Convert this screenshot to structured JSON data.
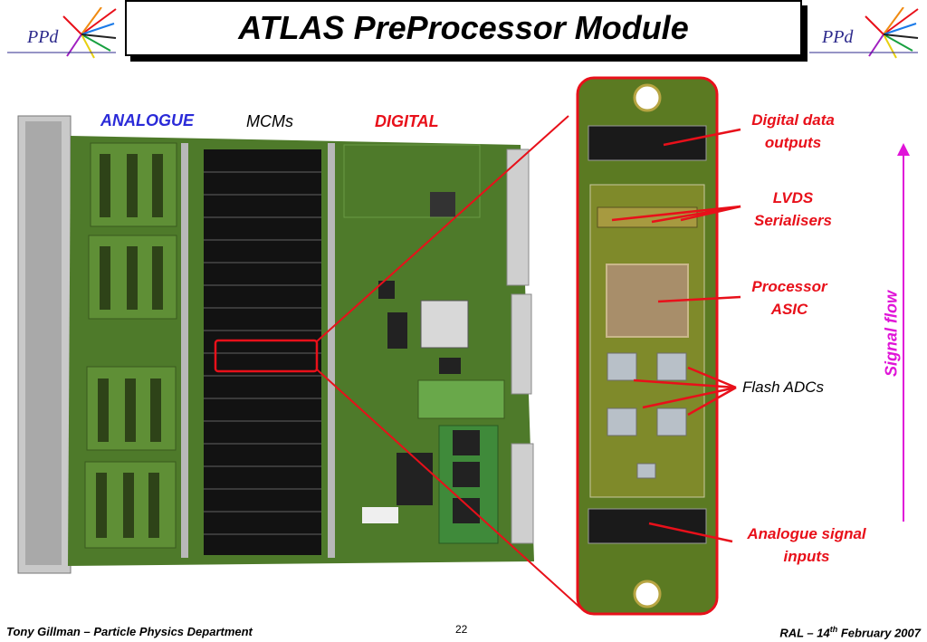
{
  "title": "ATLAS PreProcessor Module",
  "logo_text": "PPd",
  "board_labels": {
    "analogue": "ANALOGUE",
    "mcms": "MCMs",
    "digital": "DIGITAL"
  },
  "callouts": {
    "digital_outputs_1": "Digital data",
    "digital_outputs_2": "outputs",
    "lvds_1": "LVDS",
    "lvds_2": "Serialisers",
    "asic_1": "Processor",
    "asic_2": "ASIC",
    "adcs": "Flash ADCs",
    "analogue_in_1": "Analogue signal",
    "analogue_in_2": "inputs"
  },
  "signal_flow": "Signal flow",
  "footer": {
    "left": "Tony Gillman – Particle Physics Department",
    "page": "22",
    "right_prefix": "RAL – 14",
    "right_sup": "th",
    "right_suffix": " February 2007"
  },
  "colors": {
    "accent_red": "#e8101a",
    "analogue_blue": "#2a2ad8",
    "signal_magenta": "#e014d8",
    "pcb_green": "#4e7a2a"
  },
  "icons": [
    "ppd-logo-icon",
    "signal-flow-arrow-icon"
  ]
}
